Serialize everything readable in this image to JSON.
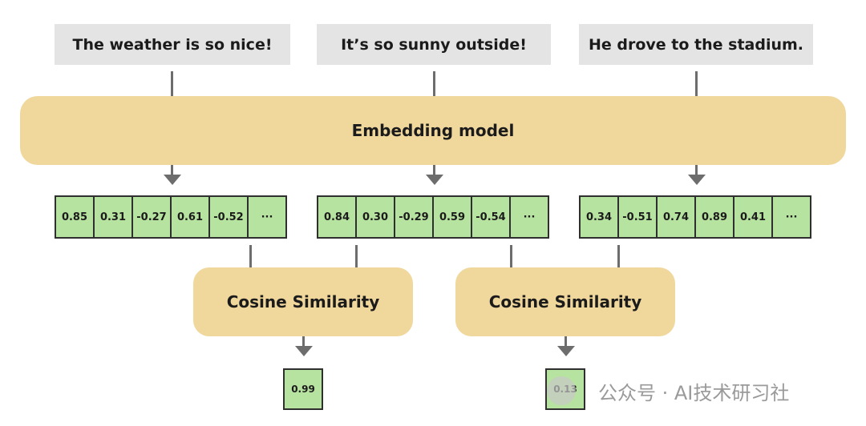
{
  "sentences": [
    "The weather is so nice!",
    "It’s so sunny outside!",
    "He drove to the stadium."
  ],
  "model_label": "Embedding model",
  "vectors": [
    [
      "0.85",
      "0.31",
      "-0.27",
      "0.61",
      "-0.52",
      "···"
    ],
    [
      "0.84",
      "0.30",
      "-0.29",
      "0.59",
      "-0.54",
      "···"
    ],
    [
      "0.34",
      "-0.51",
      "0.74",
      "0.89",
      "0.41",
      "···"
    ]
  ],
  "cosine_labels": [
    "Cosine Similarity",
    "Cosine Similarity"
  ],
  "results": [
    "0.99",
    "0.13"
  ],
  "watermark": "公众号 · AI技术研习社",
  "colors": {
    "model_fill": "#f0d79c",
    "cell_fill": "#b7e3a0",
    "sentence_fill": "#e4e4e4",
    "connector": "#6d6d6d"
  }
}
